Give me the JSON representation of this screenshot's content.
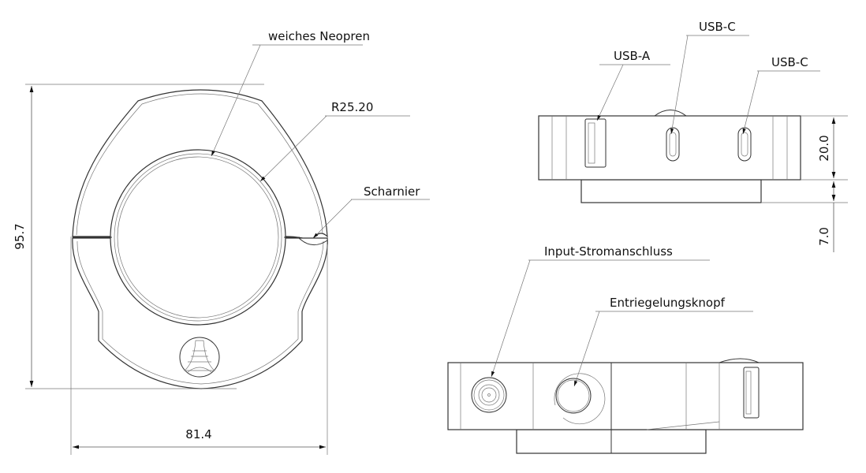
{
  "callouts": {
    "soft_neoprene": "weiches Neopren",
    "radius": "R25.20",
    "hinge": "Scharnier",
    "usb_a": "USB-A",
    "usb_c_1": "USB-C",
    "usb_c_2": "USB-C",
    "power_input": "Input-Stromanschluss",
    "release_button": "Entriegelungsknopf"
  },
  "dimensions": {
    "height": "95.7",
    "width": "81.4",
    "body_thickness": "20.0",
    "base_thickness": "7.0"
  }
}
